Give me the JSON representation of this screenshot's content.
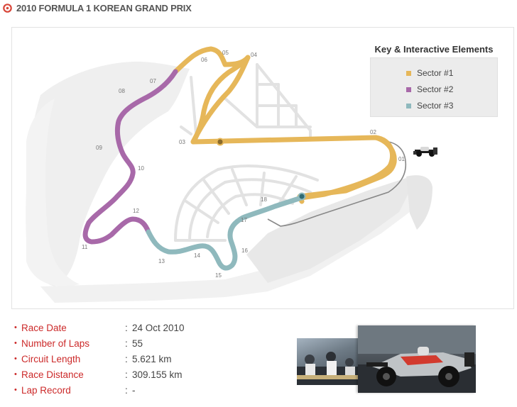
{
  "header": {
    "title": "2010 FORMULA 1 KOREAN GRAND PRIX",
    "logo_icon": "ring-logo-icon"
  },
  "legend": {
    "title": "Key & Interactive Elements",
    "items": [
      {
        "label": "Sector #1",
        "color": "#e6b759"
      },
      {
        "label": "Sector #2",
        "color": "#a869a9"
      },
      {
        "label": "Sector #3",
        "color": "#8fb9bd"
      }
    ]
  },
  "map": {
    "turn_labels": [
      "01",
      "02",
      "03",
      "04",
      "05",
      "06",
      "07",
      "08",
      "09",
      "10",
      "11",
      "12",
      "13",
      "14",
      "15",
      "16",
      "17",
      "18"
    ],
    "car_icon": "f1-car-icon",
    "direction_icon": "arrow-right-icon"
  },
  "info": {
    "rows": [
      {
        "label": "Race Date",
        "value": "24 Oct 2010"
      },
      {
        "label": "Number of Laps",
        "value": "55"
      },
      {
        "label": "Circuit Length",
        "value": "5.621 km"
      },
      {
        "label": "Race Distance",
        "value": "309.155 km"
      },
      {
        "label": "Lap Record",
        "value": "-"
      }
    ],
    "bullet": "•",
    "separator": ":"
  },
  "photos": [
    {
      "name": "pit-crew-photo"
    },
    {
      "name": "race-car-photo"
    }
  ]
}
